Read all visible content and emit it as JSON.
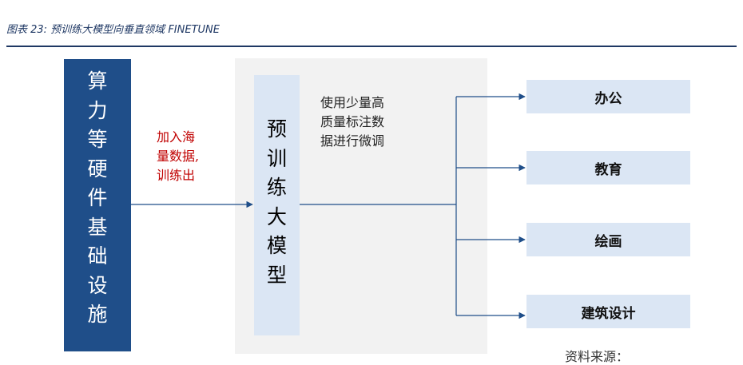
{
  "caption": "图表 23: 预训练大模型向垂直领域 FINETUNE",
  "infra": {
    "chars": [
      "算",
      "力",
      "等",
      "硬",
      "件",
      "基",
      "础",
      "设",
      "施"
    ]
  },
  "model": {
    "chars": [
      "预",
      "训",
      "练",
      "大",
      "模",
      "型"
    ]
  },
  "edge_label": {
    "lines": [
      "加入海",
      "量数据,",
      "训练出"
    ]
  },
  "finetune_label": {
    "lines": [
      "使用少量高",
      "质量标注数",
      "据进行微调"
    ]
  },
  "targets": [
    "办公",
    "教育",
    "绘画",
    "建筑设计"
  ],
  "clipped_text": "资料来源：",
  "colors": {
    "infra_fill": "#1f4e89",
    "model_fill": "#dbe6f4",
    "panel_fill": "#f2f2f2",
    "arrow": "#1f4e89",
    "edge_label_text": "#c00000"
  }
}
